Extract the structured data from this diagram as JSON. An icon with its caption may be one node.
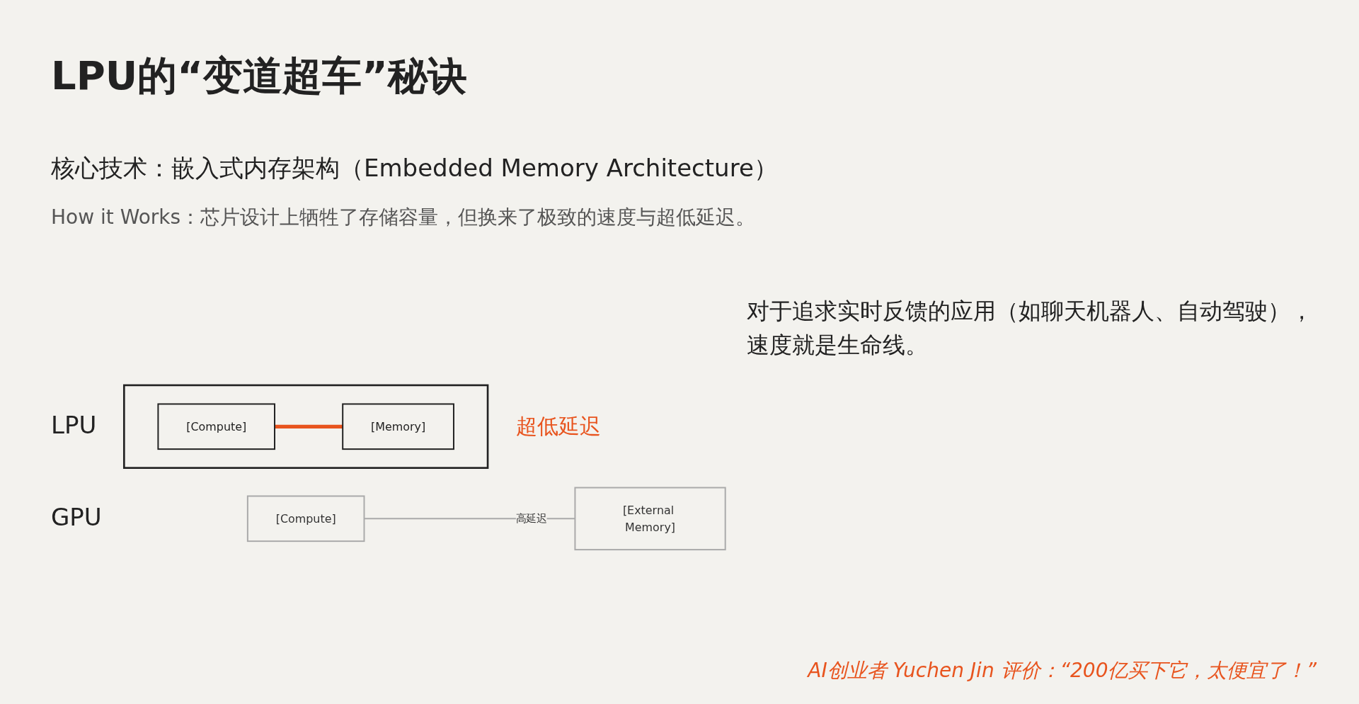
{
  "diagram": {
    "title": "LPU的“变道超车”秘诀",
    "nodes": [
      {
        "text": [
          "[Compute]"
        ]
      },
      {
        "text": [
          "[External Memory]"
        ]
      },
      {
        "text": [],
        "shape": "box"
      },
      {
        "text": [
          "[Compute]"
        ],
        "in": 2
      },
      {
        "text": [
          "[Memory]"
        ],
        "in": 2
      }
    ],
    "edges": [
      {
        "from": 0,
        "to": 1,
        "arrow": "none",
        "label": "高延迟"
      },
      {
        "from": 3,
        "to": 4,
        "arrow": "none",
        "style": "thick",
        "color": "#e8541e"
      }
    ],
    "labels": [
      "核心技术：嵌入式内存架构（Embedded Memory Architecture）",
      "How it Works：芯片设计上牺牲了存储容量，但换来了极致的速度与超低延迟。",
      "对于追求实时反馈的应用（如聊天机器人、自动驾驶），速度就是生命线。",
      "GPU",
      "LPU",
      "超低延迟",
      "AI创业者 Yuchen Jin 评价：“200亿买下它，太便宜了！”"
    ]
  }
}
